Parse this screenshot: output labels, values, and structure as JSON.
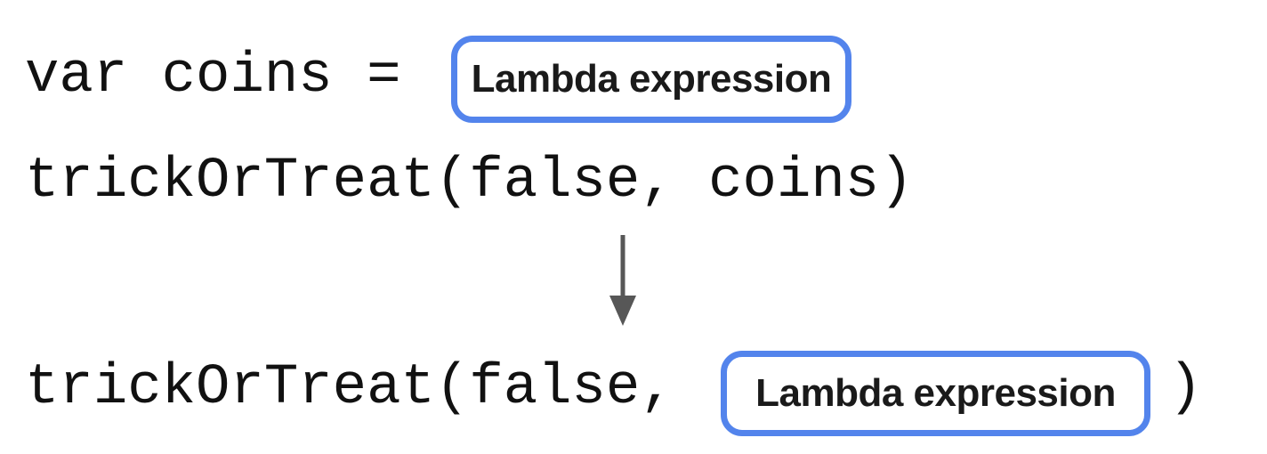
{
  "diagram": {
    "line1": {
      "code": "var coins =",
      "box_label": "Lambda expression"
    },
    "line2": {
      "code": "trickOrTreat(false, coins)"
    },
    "arrow": "down-arrow",
    "line3": {
      "code_prefix": "trickOrTreat(false,",
      "box_label": "Lambda expression",
      "code_suffix": ")"
    }
  },
  "colors": {
    "background": "#ffffff",
    "code_text": "#111111",
    "box_border": "#5384EC",
    "box_label_color": "#1a1a1a",
    "arrow": "#575757"
  }
}
